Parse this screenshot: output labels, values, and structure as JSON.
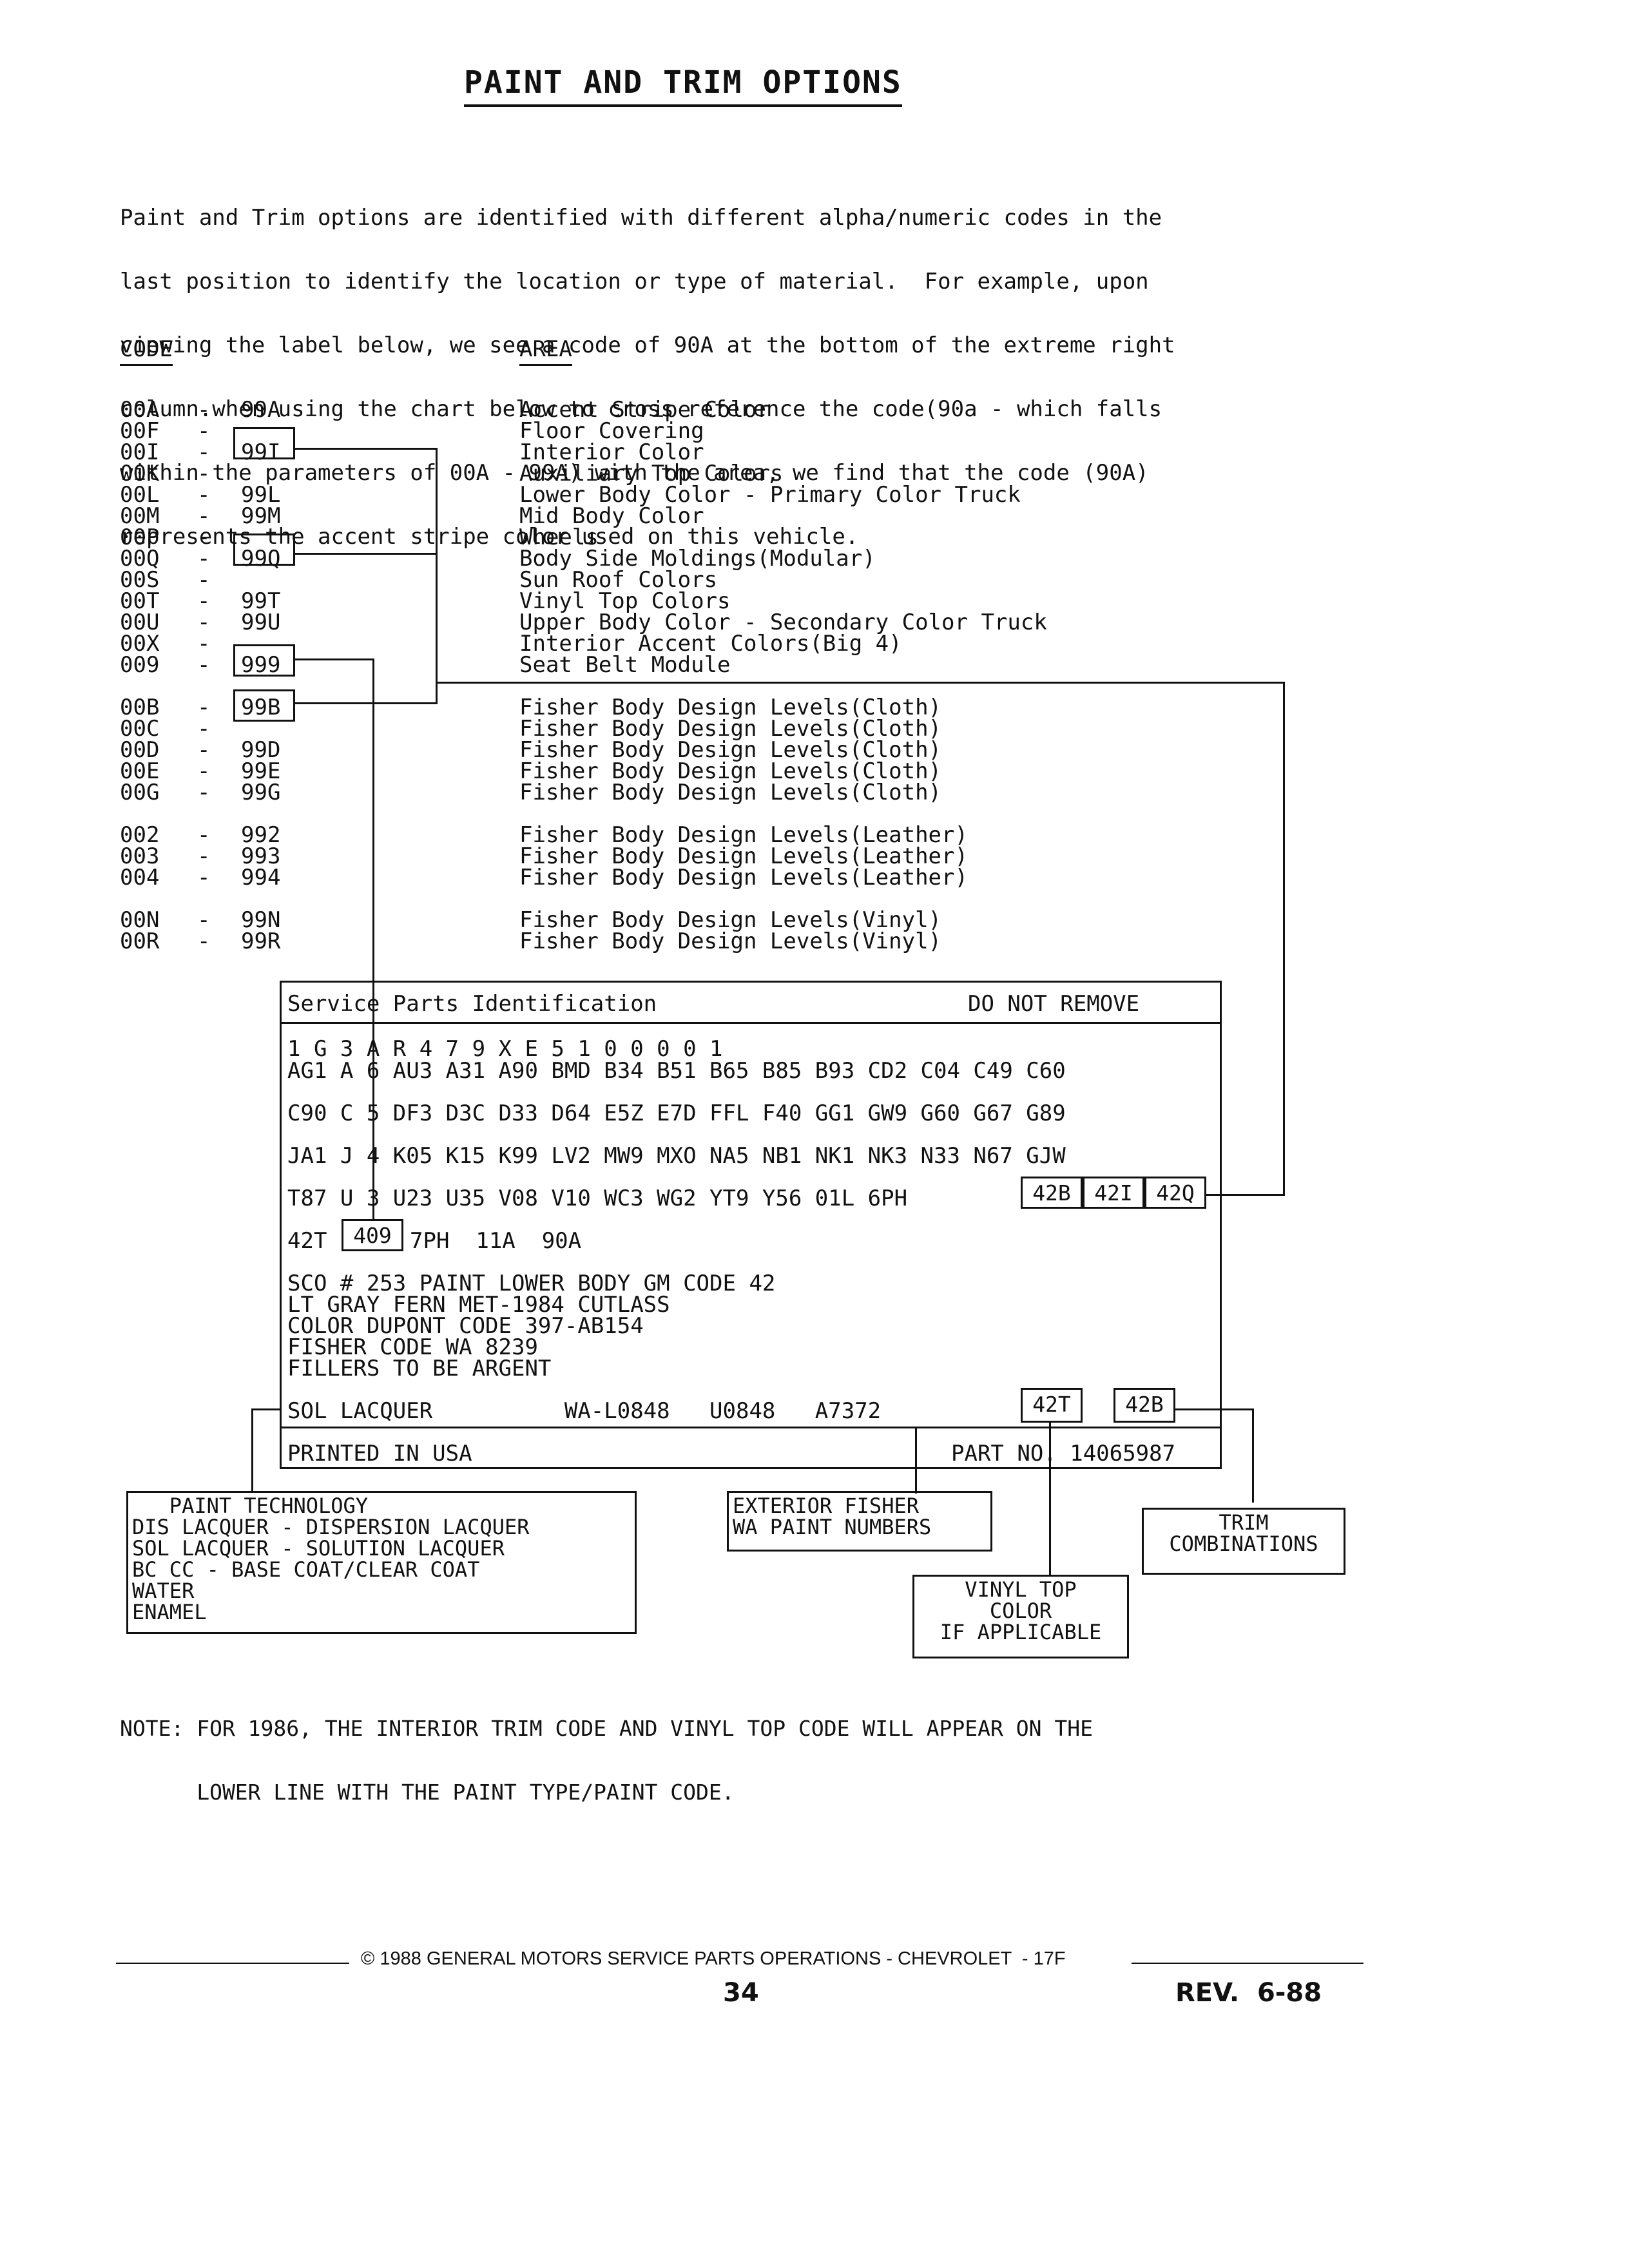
{
  "title": "PAINT AND TRIM OPTIONS",
  "intro": [
    "Paint and Trim options are identified with different alpha/numeric codes in the",
    "last position to identify the location or type of material.  For example, upon",
    "viewing the label below, we see a code of 90A at the bottom of the extreme right",
    "column.when using the chart below to cross reference the code(90a - which falls",
    "within the parameters of 00A - 99A) with the area, we find that the code (90A)",
    "represents the accent stripe color used on this vehicle."
  ],
  "headers": {
    "code": "CODE",
    "area": "AREA"
  },
  "codes": [
    {
      "from": "00A",
      "to": "99A",
      "area": "Accent Stripe Color"
    },
    {
      "from": "00F",
      "to": "",
      "area": "Floor Covering"
    },
    {
      "from": "00I",
      "to": "99I",
      "area": "Interior Color"
    },
    {
      "from": "00K",
      "to": "",
      "area": "Auxiliary Top Colors"
    },
    {
      "from": "00L",
      "to": "99L",
      "area": "Lower Body Color - Primary Color Truck"
    },
    {
      "from": "00M",
      "to": "99M",
      "area": "Mid Body Color"
    },
    {
      "from": "00P",
      "to": "",
      "area": "Wheels"
    },
    {
      "from": "00Q",
      "to": "99Q",
      "area": "Body Side Moldings(Modular)"
    },
    {
      "from": "00S",
      "to": "",
      "area": "Sun Roof Colors"
    },
    {
      "from": "00T",
      "to": "99T",
      "area": "Vinyl Top Colors"
    },
    {
      "from": "00U",
      "to": "99U",
      "area": "Upper Body Color - Secondary Color Truck"
    },
    {
      "from": "00X",
      "to": "",
      "area": "Interior Accent Colors(Big 4)"
    },
    {
      "from": "009",
      "to": "999",
      "area": "Seat Belt Module"
    },
    {
      "gap": true
    },
    {
      "from": "00B",
      "to": "99B",
      "area": "Fisher Body Design Levels(Cloth)"
    },
    {
      "from": "00C",
      "to": "",
      "area": "Fisher Body Design Levels(Cloth)"
    },
    {
      "from": "00D",
      "to": "99D",
      "area": "Fisher Body Design Levels(Cloth)"
    },
    {
      "from": "00E",
      "to": "99E",
      "area": "Fisher Body Design Levels(Cloth)"
    },
    {
      "from": "00G",
      "to": "99G",
      "area": "Fisher Body Design Levels(Cloth)"
    },
    {
      "gap": true
    },
    {
      "from": "002",
      "to": "992",
      "area": "Fisher Body Design Levels(Leather)"
    },
    {
      "from": "003",
      "to": "993",
      "area": "Fisher Body Design Levels(Leather)"
    },
    {
      "from": "004",
      "to": "994",
      "area": "Fisher Body Design Levels(Leather)"
    },
    {
      "gap": true
    },
    {
      "from": "00N",
      "to": "99N",
      "area": "Fisher Body Design Levels(Vinyl)"
    },
    {
      "from": "00R",
      "to": "99R",
      "area": "Fisher Body Design Levels(Vinyl)"
    }
  ],
  "label": {
    "header_left": "Service Parts Identification",
    "header_right": "DO NOT REMOVE",
    "vin": "1 G 3 A R 4 7 9 X E 5 1 0 0 0 0 1",
    "row1": "AG1 A 6 AU3 A31 A90 BMD B34 B51 B65 B85 B93 CD2 C04 C49 C60",
    "row2": "C90 C 5 DF3 D3C D33 D64 E5Z E7D FFL F40 GG1 GW9 G60 G67 G89",
    "row3": "JA1 J 4 K05 K15 K99 LV2 MW9 MXO NA5 NB1 NK1 NK3 N33 N67 GJW",
    "row4": "T87 U 3 U23 U35 V08 V10 WC3 WG2 YT9 Y56 01L 6PH",
    "row4_boxes": [
      "42B",
      "42I",
      "42Q"
    ],
    "row5_pre": "42T",
    "row5_box": "409",
    "row5_post": "7PH  11A  90A",
    "sco": [
      "SCO # 253 PAINT LOWER BODY GM CODE 42",
      "LT GRAY FERN MET-1984 CUTLASS",
      "COLOR DUPONT CODE 397-AB154",
      "FISHER CODE WA 8239",
      "FILLERS TO BE ARGENT"
    ],
    "sol_line": "SOL LACQUER          WA-L0848   U0848   A7372",
    "sol_boxes": [
      "42T",
      "42B"
    ],
    "printed": "PRINTED IN USA",
    "part_no": "PART NO. 14065987"
  },
  "callouts": {
    "paint_tech": [
      "   PAINT TECHNOLOGY",
      "DIS LACQUER - DISPERSION LACQUER",
      "SOL LACQUER - SOLUTION LACQUER",
      "BC CC - BASE COAT/CLEAR COAT",
      "WATER",
      "ENAMEL"
    ],
    "exterior": [
      "EXTERIOR FISHER",
      "WA PAINT NUMBERS"
    ],
    "trim": [
      "TRIM",
      "COMBINATIONS"
    ],
    "vinyl": [
      "VINYL TOP",
      "COLOR",
      "IF APPLICABLE"
    ]
  },
  "note": [
    "NOTE: FOR 1986, THE INTERIOR TRIM CODE AND VINYL TOP CODE WILL APPEAR ON THE",
    "      LOWER LINE WITH THE PAINT TYPE/PAINT CODE."
  ],
  "footer": {
    "text": "© 1988 GENERAL MOTORS SERVICE PARTS OPERATIONS - CHEVROLET  - 17F",
    "page": "34",
    "rev": "REV.  6-88"
  }
}
